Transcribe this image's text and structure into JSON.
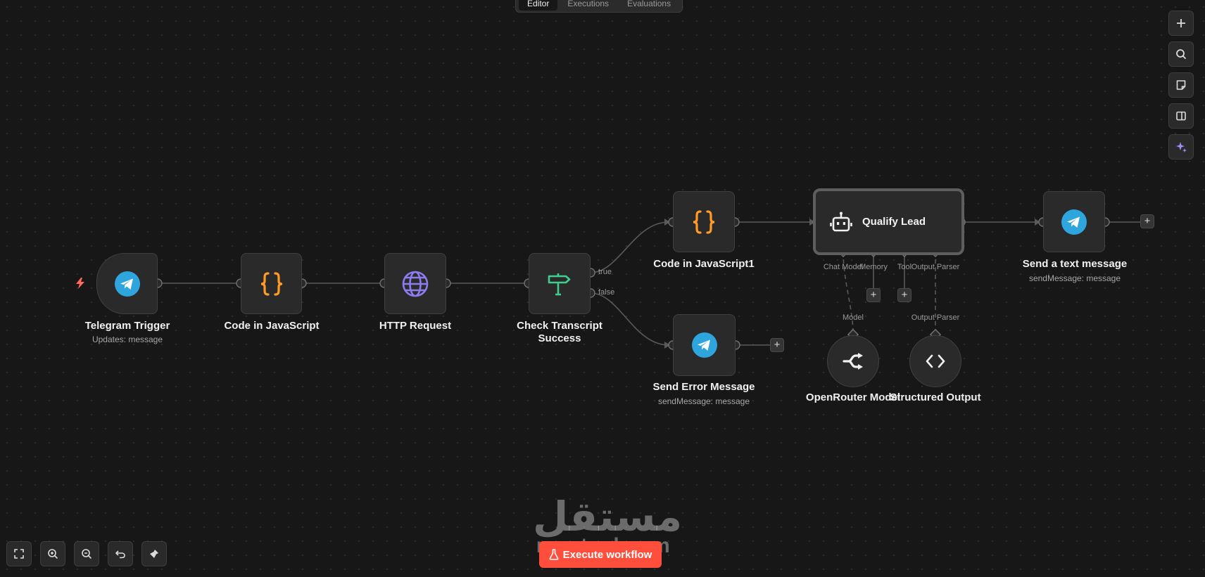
{
  "tabs": [
    {
      "label": "Editor",
      "active": true
    },
    {
      "label": "Executions",
      "active": false
    },
    {
      "label": "Evaluations",
      "active": false
    }
  ],
  "nodes": {
    "telegram_trigger": {
      "name": "Telegram Trigger",
      "subtitle": "Updates: message",
      "icon": "telegram-icon"
    },
    "code_js": {
      "name": "Code in JavaScript",
      "icon": "code-braces-icon"
    },
    "http_request": {
      "name": "HTTP Request",
      "icon": "globe-icon"
    },
    "check_transcript": {
      "name_line1": "Check Transcript",
      "name_line2": "Success",
      "icon": "signpost-icon"
    },
    "code_js1": {
      "name": "Code in JavaScript1",
      "icon": "code-braces-icon"
    },
    "send_error": {
      "name": "Send Error Message",
      "subtitle": "sendMessage: message",
      "icon": "telegram-icon"
    },
    "qualify_lead": {
      "name": "Qualify Lead",
      "icon": "robot-icon"
    },
    "send_text": {
      "name": "Send a text message",
      "subtitle": "sendMessage: message",
      "icon": "telegram-icon"
    },
    "openrouter": {
      "name": "OpenRouter Model",
      "icon": "openrouter-icon"
    },
    "structured_output": {
      "name": "Structured Output",
      "icon": "code-brackets-icon"
    }
  },
  "branch_labels": {
    "true": "true",
    "false": "false"
  },
  "agent_ports": {
    "chat_model": "Chat Model",
    "memory": "Memory",
    "tool": "Tool",
    "output_parser": "Output Parser"
  },
  "sub_ports": {
    "model": "Model",
    "output_parser": "Output Parser"
  },
  "right_toolbar": [
    "plus-icon",
    "search-icon",
    "sticky-note-icon",
    "panel-icon",
    "sparkle-icon"
  ],
  "bottom_controls": [
    "fit-view-icon",
    "zoom-in-icon",
    "zoom-out-icon",
    "undo-icon",
    "clean-up-icon"
  ],
  "execute_button": {
    "label": "Execute workflow"
  },
  "watermark": {
    "arabic": "مستقل",
    "latin": "mostaql.com"
  },
  "colors": {
    "canvas": "#171717",
    "node": "#2a2a2a",
    "telegram": "#2fa5de",
    "code": "#ff9b26",
    "globe": "#8c7cf0",
    "signpost": "#3ecf8e",
    "accent": "#ff4e3b"
  }
}
